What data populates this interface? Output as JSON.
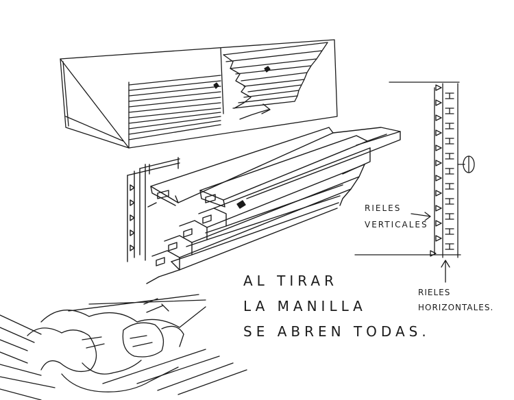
{
  "annotations": {
    "rieles_verticales": [
      "RIELES",
      "VERTICALES"
    ],
    "rieles_horizontales": [
      "RIELES",
      "HORIZONTALES."
    ],
    "caption": [
      "AL TIRAR",
      "LA MANILLA",
      "SE ABREN TODAS."
    ]
  },
  "colors": {
    "ink": "#1a1a1a",
    "paper": "#ffffff"
  }
}
